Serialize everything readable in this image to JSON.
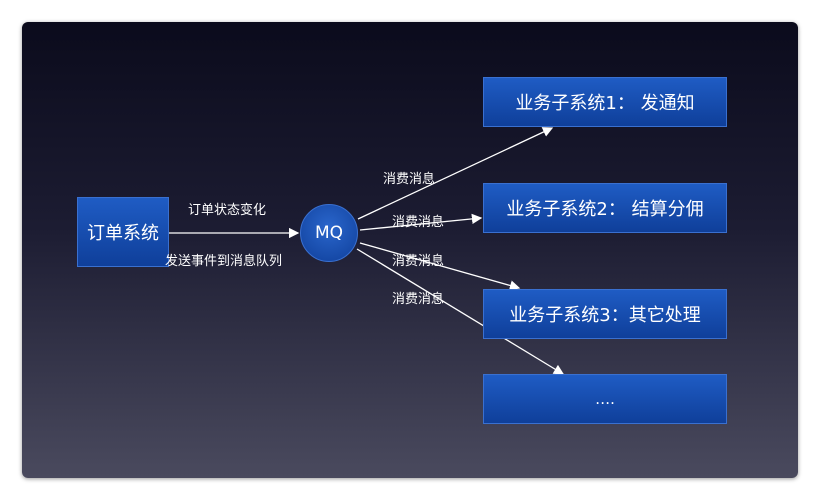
{
  "source": {
    "label": "订单系统"
  },
  "mq": {
    "label": "MQ"
  },
  "edge_labels": {
    "change": "订单状态变化",
    "send": "发送事件到消息队列",
    "consume": [
      "消费消息",
      "消费消息",
      "消费消息",
      "消费消息"
    ]
  },
  "targets": [
    "业务子系统1： 发通知",
    "业务子系统2： 结算分佣",
    "业务子系统3：其它处理",
    "…."
  ]
}
